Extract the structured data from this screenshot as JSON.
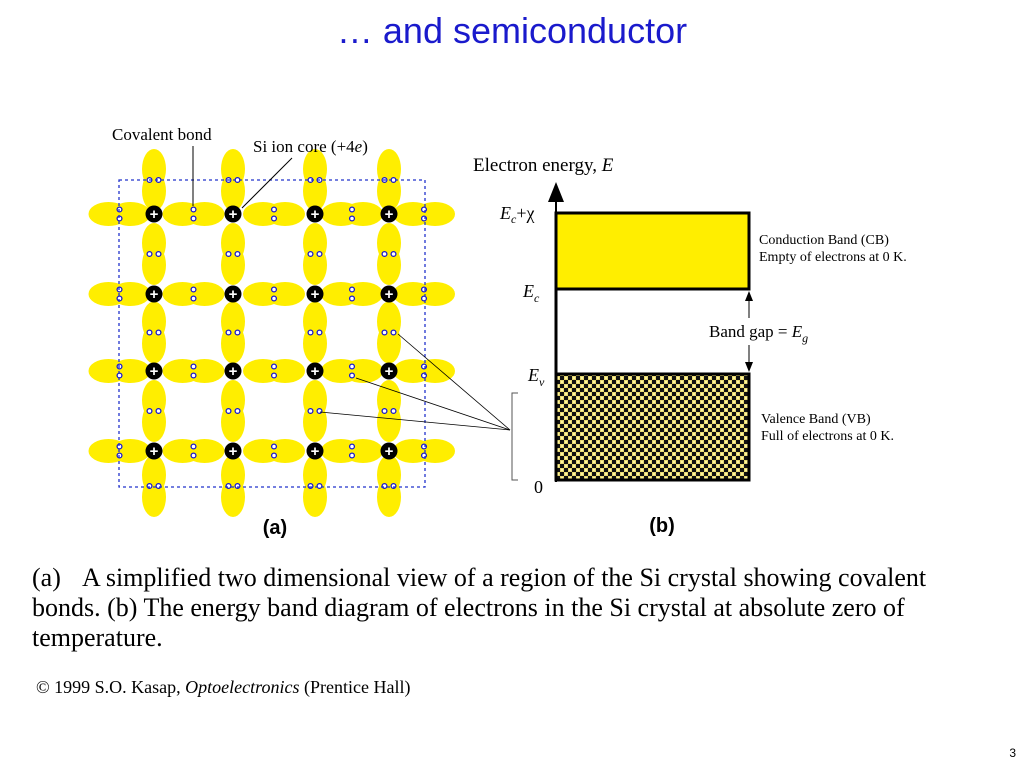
{
  "slide": {
    "title": "… and semiconductor",
    "page_number": "3"
  },
  "figure_a": {
    "label": "(a)",
    "covalent_bond_label": "Covalent bond",
    "ion_core_label_pre": "Si ion core (+4",
    "ion_core_label_e": "e",
    "ion_core_label_post": ")",
    "ion_sign": "+",
    "grid": {
      "rows": 4,
      "cols": 4
    },
    "colors": {
      "bond": "#ffee00",
      "electron": "#1a1acc",
      "ion": "#000000",
      "border": "#2233cc"
    }
  },
  "figure_b": {
    "label": "(b)",
    "axis_label_text": "Electron energy, ",
    "axis_label_var": "E",
    "level_ec_chi_var": "E",
    "level_ec_chi_sub": "c",
    "level_ec_chi_suffix": "+χ",
    "level_ec_var": "E",
    "level_ec_sub": "c",
    "level_ev_var": "E",
    "level_ev_sub": "v",
    "level_zero": "0",
    "cb_line1": "Conduction Band (CB)",
    "cb_line2": "Empty of electrons at 0 K.",
    "band_gap_text": "Band gap = ",
    "band_gap_var": "E",
    "band_gap_sub": "g",
    "vb_line1": "Valence Band (VB)",
    "vb_line2": "Full of electrons at 0 K.",
    "colors": {
      "cb_fill": "#ffee00",
      "vb_fill": "#d8c860"
    }
  },
  "caption": {
    "prefix": "(a)",
    "text": "A simplified two dimensional view of a region of the Si crystal showing covalent bonds. (b) The energy band diagram of electrons in the Si crystal at absolute zero of temperature."
  },
  "credit": {
    "pre": "© 1999 S.O. Kasap, ",
    "book": "Optoelectronics",
    "post": " (Prentice Hall)"
  }
}
